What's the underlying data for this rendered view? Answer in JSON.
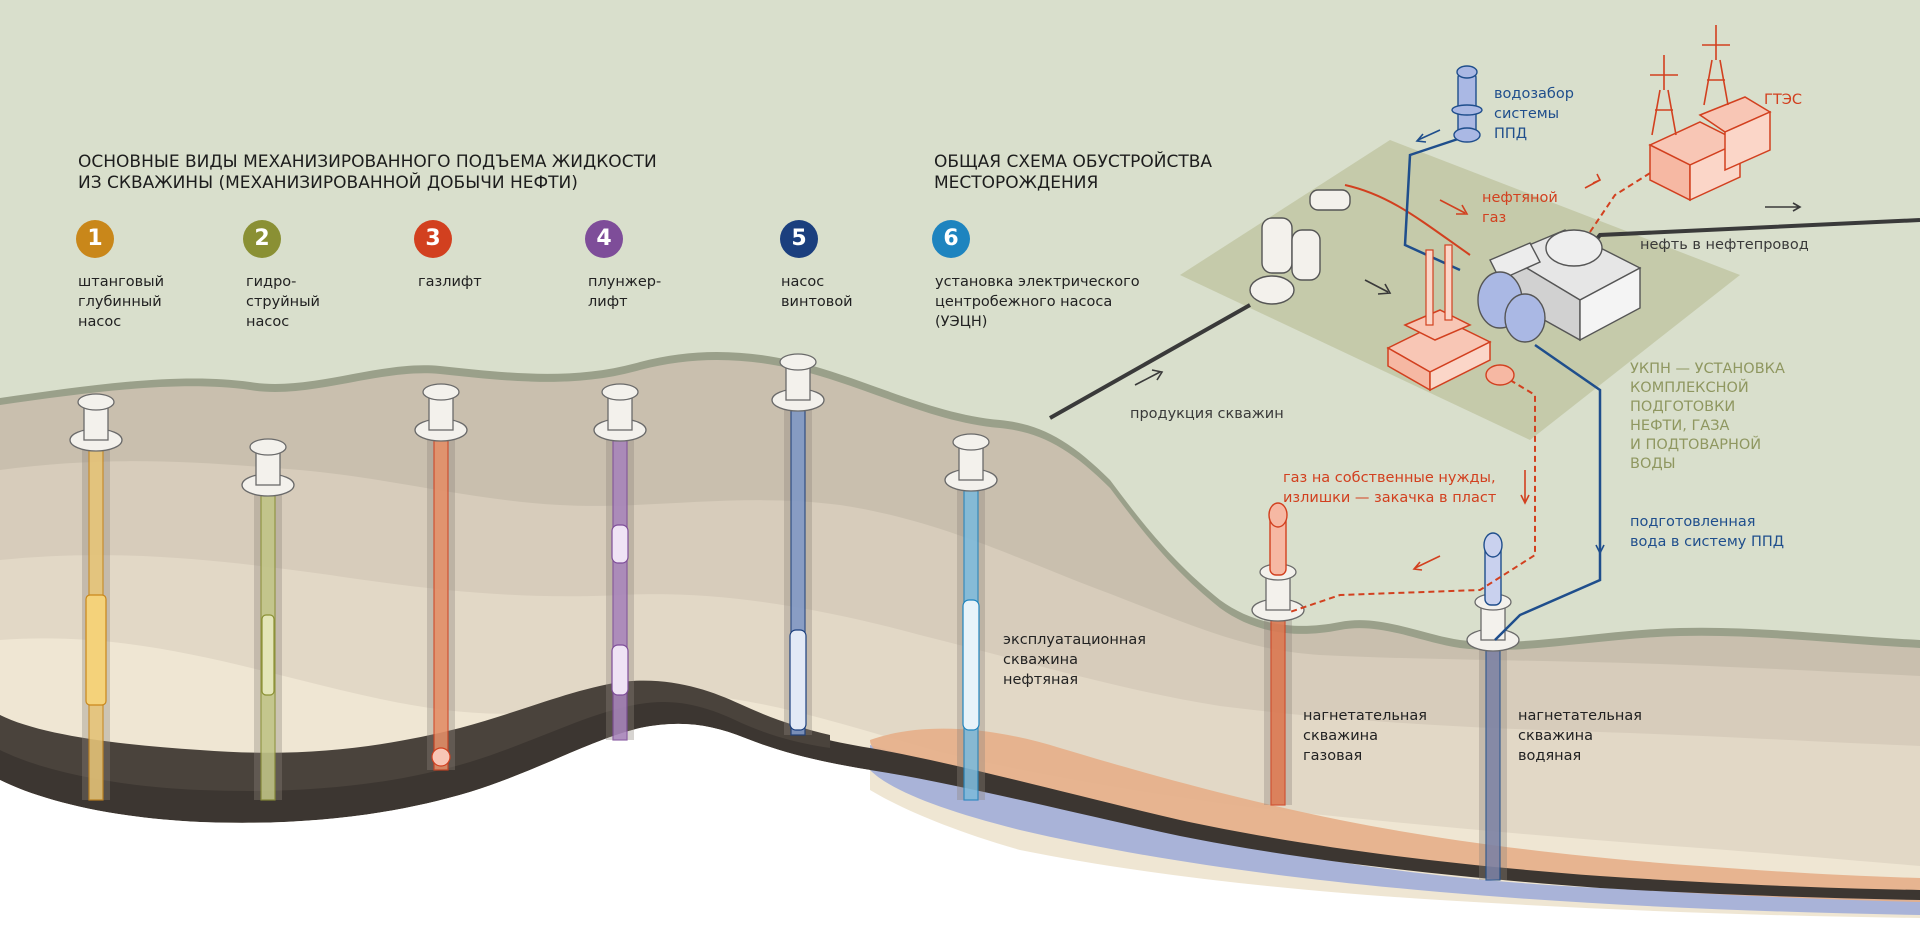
{
  "headings": {
    "left": [
      "ОСНОВНЫЕ ВИДЫ МЕХАНИЗИРОВАННОГО ПОДЪЕМА ЖИДКОСТИ",
      "ИЗ СКВАЖИНЫ (МЕХАНИЗИРОВАННОЙ ДОБЫЧИ НЕФТИ)"
    ],
    "right": [
      "ОБЩАЯ СХЕМА ОБУСТРОЙСТВА",
      "МЕСТОРОЖДЕНИЯ"
    ]
  },
  "methods": [
    {
      "num": "1",
      "color": "#c9871a",
      "label": "штанговый\nглубинный\nнасос"
    },
    {
      "num": "2",
      "color": "#8a9034",
      "label": "гидро-\nструйный\nнасос"
    },
    {
      "num": "3",
      "color": "#d2401f",
      "label": "газлифт"
    },
    {
      "num": "4",
      "color": "#7e4d99",
      "label": "плунжер-\nлифт"
    },
    {
      "num": "5",
      "color": "#1b3f7e",
      "label": "насос\nвинтовой"
    },
    {
      "num": "6",
      "color": "#1e84bf",
      "label": "установка электрического\nцентробежного насоса\n(УЭЦН)"
    }
  ],
  "labels": {
    "water_intake": "водозабор\nсистемы\nППД",
    "hydro_plant": "ГТЭС",
    "oil_gas": "нефтяной\nгаз",
    "oil_pipeline": "нефть в нефтепровод",
    "well_products": "продукция скважин",
    "ukpn": "УКПН — УСТАНОВКА\nКОМПЛЕКСНОЙ\nПОДГОТОВКИ\nНЕФТИ, ГАЗА\nИ ПОДТОВАРНОЙ\nВОДЫ",
    "own_gas": "газ на собственные нужды,\nизлишки — закачка в пласт",
    "treated_water": "подготовленная\nвода в систему ППД",
    "production_well": "эксплуатационная\nскважина\nнефтяная",
    "gas_injection_well": "нагнетательная\nскважина\nгазовая",
    "water_injection_well": "нагнетательная\nскважина\nводяная"
  },
  "colors": {
    "sky": "#d9dfcc",
    "pad": "#c2c8a6",
    "gas_red": "#d2401f",
    "water_blue": "#1f4e8c",
    "ukpn_olive": "#8f9760",
    "bedrock": "#3c3631",
    "oil_layer": "#e6b08a",
    "water_layer": "#a9b3d8"
  }
}
